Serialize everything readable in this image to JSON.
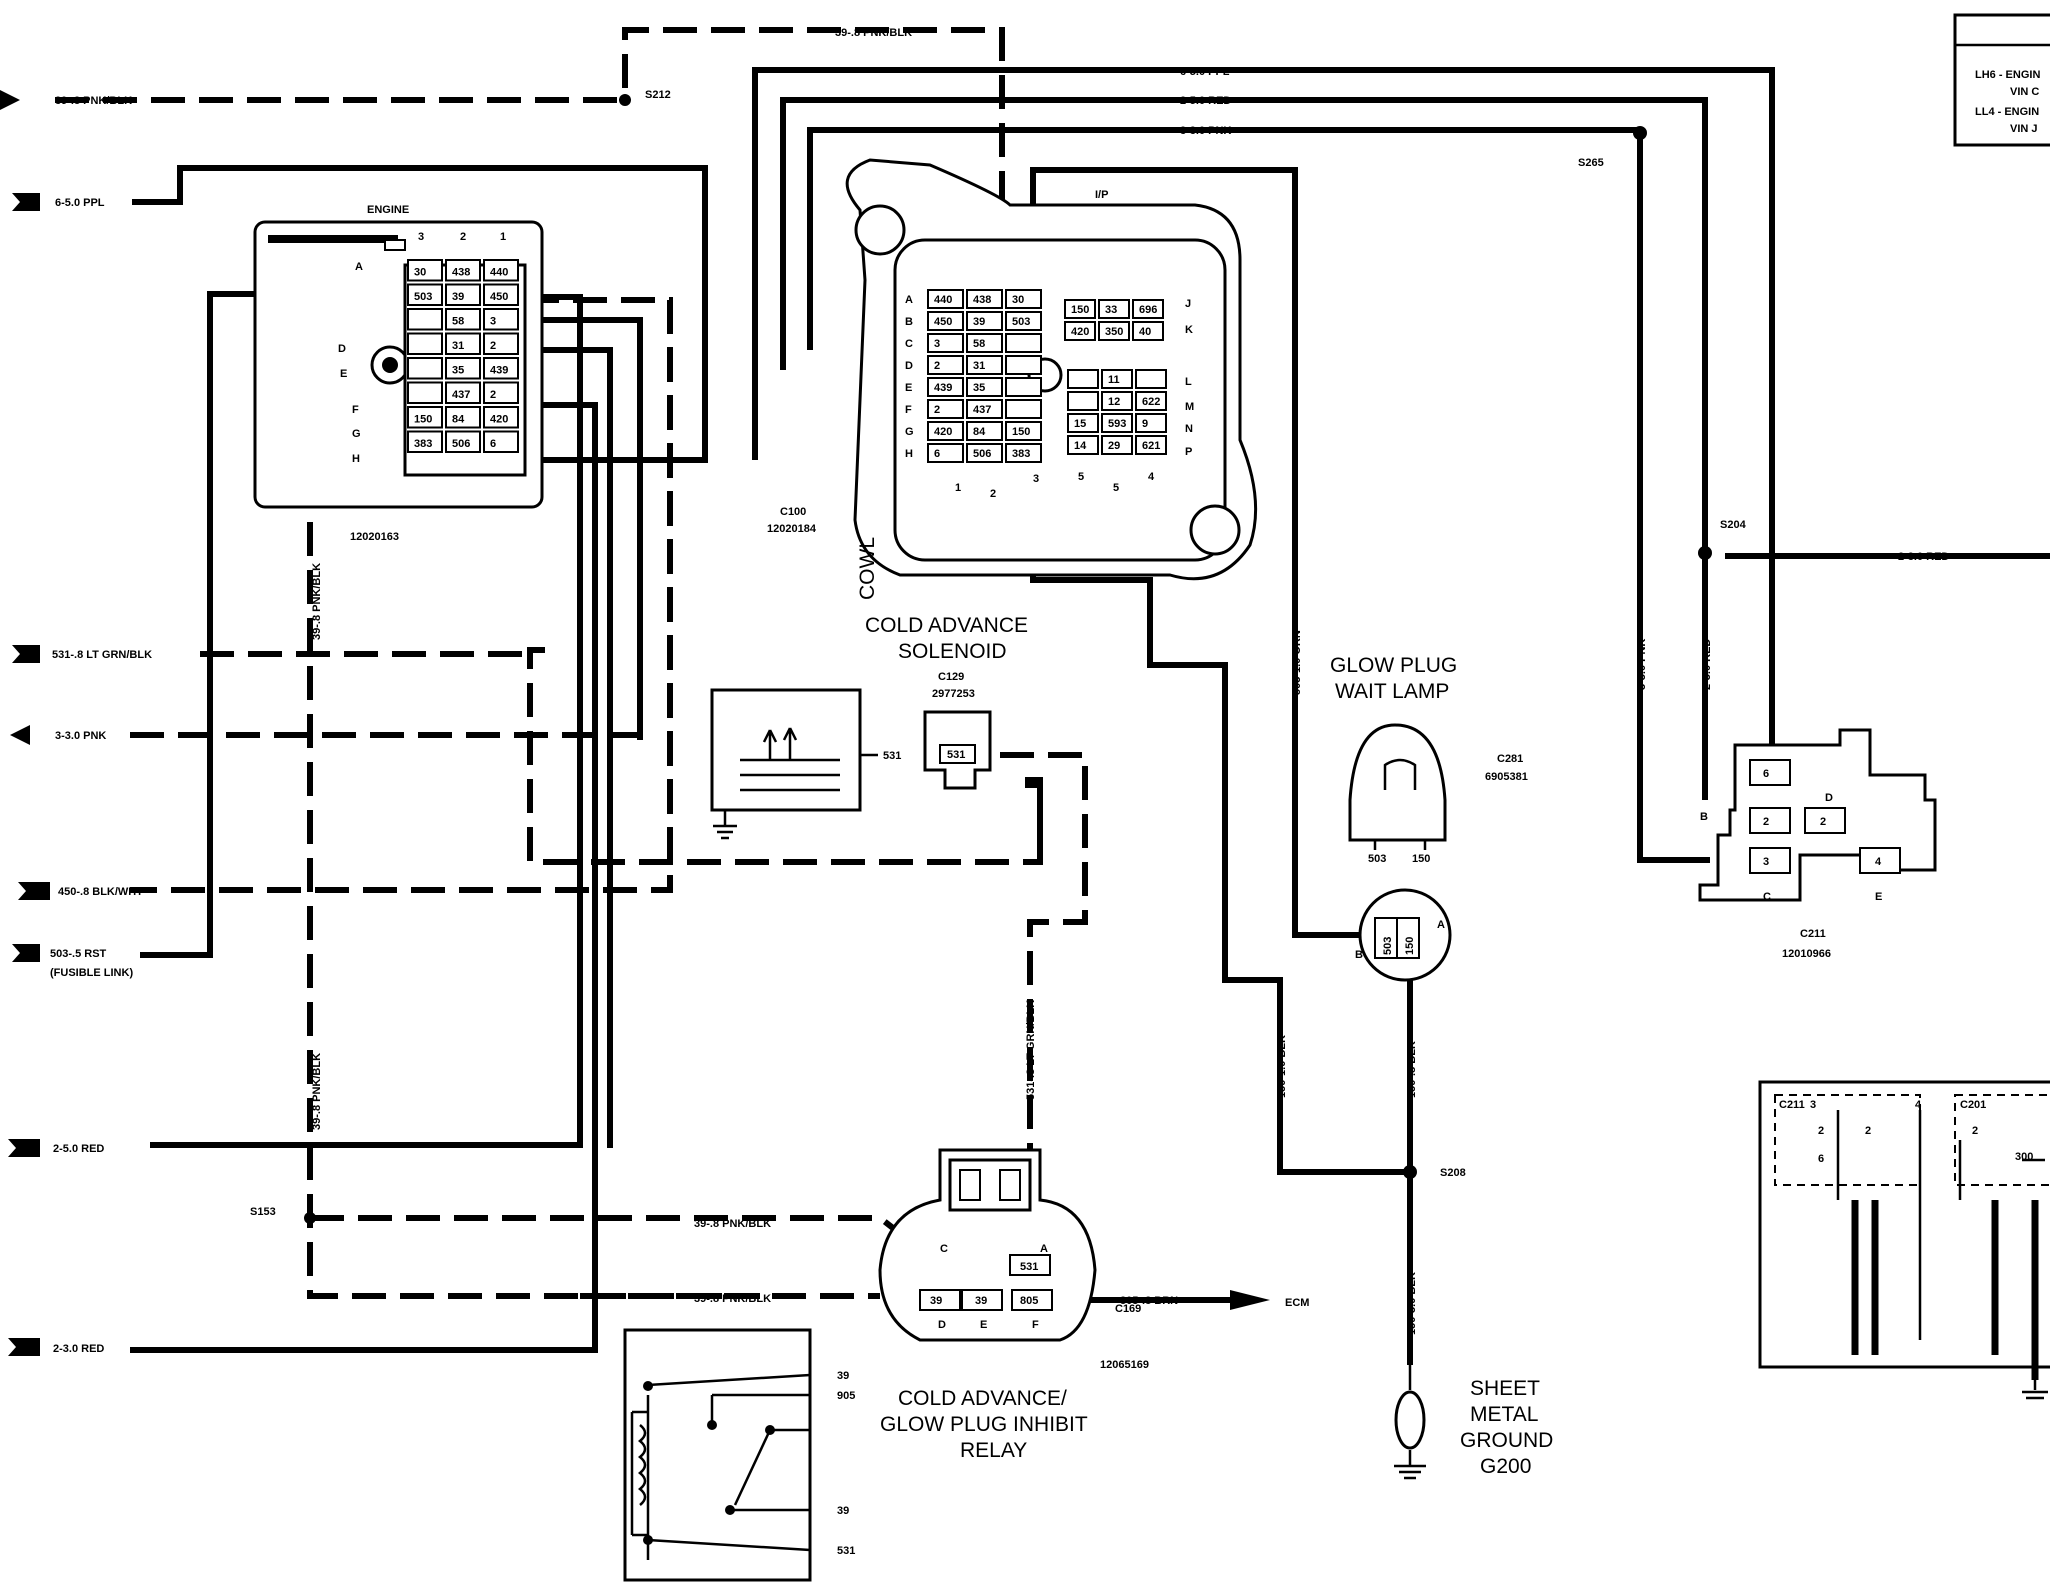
{
  "wires": {
    "w_39_top": "39-.8 PNK/BLK",
    "w_39_left": "39-.8 PNK/BLK",
    "w_6_left": "6-5.0 PPL",
    "w_6_top": "6-5.0 PPL",
    "w_2_top": "2-5.0 RED",
    "w_3_top": "3-3.0 PNK",
    "w_531_left": "531-.8 LT GRN/BLK",
    "w_3_left": "3-3.0 PNK",
    "w_450_left": "450-.8 BLK/WHT",
    "w_503_left": "503-.5 RST",
    "w_fusible": "(FUSIBLE LINK)",
    "w_2_left": "2-5.0 RED",
    "w_2_30_left": "2-3.0 RED",
    "w_39_vert1": "39-.8 PNK/BLK",
    "w_39_vert2": "39-.8 PNK/BLK",
    "w_39_relay1": "39-.8 PNK/BLK",
    "w_39_relay2": "39-.8 PNK/BLK",
    "w_531_vert": "531-.8 LT GRN/BLK",
    "w_805": "805-.8 BRN",
    "w_503_vert": "503-1.0 ORN",
    "w_150_10": "150-1.0 BLK",
    "w_150_08": "150-.8 BLK",
    "w_150_30": "150-3.0 BLK",
    "w_3_right": "3-3.0 PNK",
    "w_2_right": "2-3.0 RED",
    "w_2_far": "2-3.0 RED"
  },
  "splices": {
    "s212": "S212",
    "s265": "S265",
    "s204": "S204",
    "s208": "S208",
    "s153": "S153"
  },
  "connectors": {
    "engine_label": "ENGINE",
    "engine_part": "12020163",
    "engine_cols": [
      "3",
      "2",
      "1"
    ],
    "engine_rows": [
      "A",
      "D",
      "E",
      "F",
      "G",
      "H"
    ],
    "engine_cells": [
      [
        "30",
        "438",
        "440"
      ],
      [
        "503",
        "39",
        "450"
      ],
      [
        "",
        "58",
        "3"
      ],
      [
        "",
        "31",
        "2"
      ],
      [
        "",
        "35",
        "439"
      ],
      [
        "",
        "437",
        "2"
      ],
      [
        "150",
        "84",
        "420"
      ],
      [
        "383",
        "506",
        "6"
      ]
    ],
    "ip_label": "I/P",
    "c100_label": "C100",
    "c100_part": "12020184",
    "cowl": "COWL",
    "c100_rows_left": [
      "A",
      "B",
      "C",
      "D",
      "E",
      "F",
      "G",
      "H"
    ],
    "c100_left_cells": [
      [
        "440",
        "438",
        "30"
      ],
      [
        "450",
        "39",
        "503"
      ],
      [
        "3",
        "58",
        ""
      ],
      [
        "2",
        "31",
        ""
      ],
      [
        "439",
        "35",
        ""
      ],
      [
        "2",
        "437",
        ""
      ],
      [
        "420",
        "84",
        "150"
      ],
      [
        "6",
        "506",
        "383"
      ]
    ],
    "c100_jk_cells": [
      [
        "150",
        "33",
        "696"
      ],
      [
        "420",
        "350",
        "40"
      ]
    ],
    "c100_rows_right": [
      "J",
      "K",
      "L",
      "M",
      "N",
      "P"
    ],
    "c100_lmnp_cells": [
      [
        "",
        "11",
        ""
      ],
      [
        "",
        "12",
        "622"
      ],
      [
        "15",
        "593",
        "9"
      ],
      [
        "14",
        "29",
        "621"
      ]
    ],
    "c100_bottom_nums": [
      "1",
      "2",
      "3",
      "5",
      "4",
      "5"
    ],
    "c129_label": "C129",
    "c129_part": "2977253",
    "c129_pin": "531",
    "solenoid_wire": "531",
    "c281_label": "C281",
    "c281_part": "6905381",
    "c281_pins": [
      "503",
      "150"
    ],
    "c281_pin_a": "A",
    "c281_pin_b": "B",
    "c169_label": "C169",
    "c169_part": "12065169",
    "c169_pins_top": [
      "C",
      "A"
    ],
    "c169_pin_531": "531",
    "c169_bottom_cells": [
      "39",
      "39",
      "805"
    ],
    "c169_letters_bottom": [
      "D",
      "E",
      "F"
    ],
    "c211_label": "C211",
    "c211_part": "12010966",
    "c211_cells": [
      "6",
      "2",
      "2",
      "3",
      "4"
    ],
    "c211_letters": [
      "B",
      "D",
      "C",
      "E"
    ]
  },
  "components": {
    "solenoid_title": [
      "COLD ADVANCE",
      "SOLENOID"
    ],
    "relay_title": [
      "COLD ADVANCE/",
      "GLOW PLUG INHIBIT",
      "RELAY"
    ],
    "relay_pins": [
      "39",
      "905",
      "39",
      "531"
    ],
    "glow_lamp_title": [
      "GLOW PLUG",
      "WAIT LAMP"
    ],
    "ground_title": [
      "SHEET",
      "METAL",
      "GROUND",
      "G200"
    ],
    "ecm": "ECM"
  },
  "legend": {
    "line1": "LH6 - ENGIN",
    "line2": "VIN C",
    "line3": "LL4 - ENGIN",
    "line4": "VIN J"
  },
  "inset": {
    "c211": "C211",
    "c201": "C201",
    "nums": [
      "3",
      "4",
      "2",
      "2",
      "6",
      "2",
      "300"
    ]
  }
}
